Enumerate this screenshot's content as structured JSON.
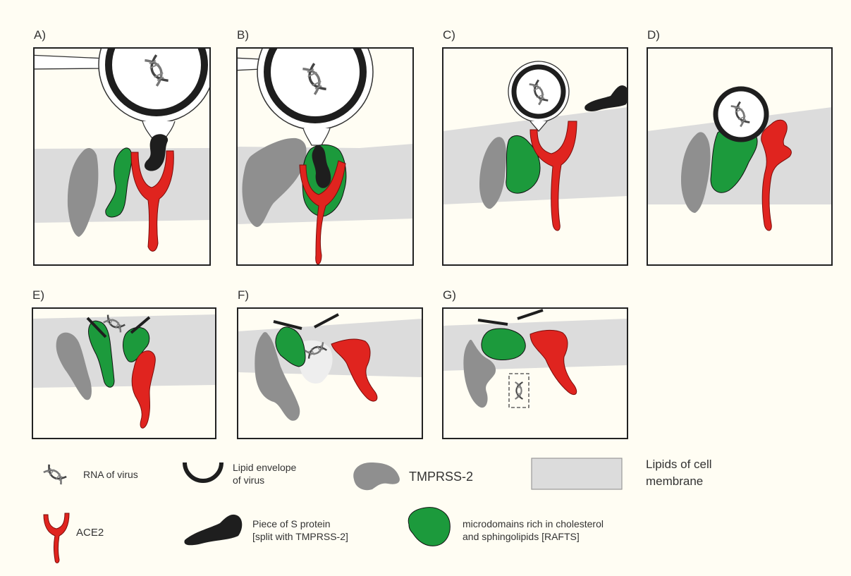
{
  "panels": {
    "a": "A)",
    "b": "B)",
    "c": "C)",
    "d": "D)",
    "e": "E)",
    "f": "F)",
    "g": "G)"
  },
  "legend": {
    "rna": "RNA of virus",
    "envelope_line1": "Lipid envelope",
    "envelope_line2": "of virus",
    "tmprss2": "TMPRSS-2",
    "membrane_line1": "Lipids of cell",
    "membrane_line2": "membrane",
    "ace2": "ACE2",
    "spiece_line1": "Piece of S protein",
    "spiece_line2": "[split with TMPRSS-2]",
    "rafts_line1": "microdomains rich in cholesterol",
    "rafts_line2": "and sphingolipids [RAFTS]"
  },
  "colors": {
    "background": "#fffdf3",
    "membrane": "#dcdcdc",
    "tmprss2": "#8f8f8f",
    "ace2": "#e0241f",
    "rafts": "#1c9a3c",
    "s_protein": "#1e1e1e",
    "envelope": "#1e1e1e"
  }
}
